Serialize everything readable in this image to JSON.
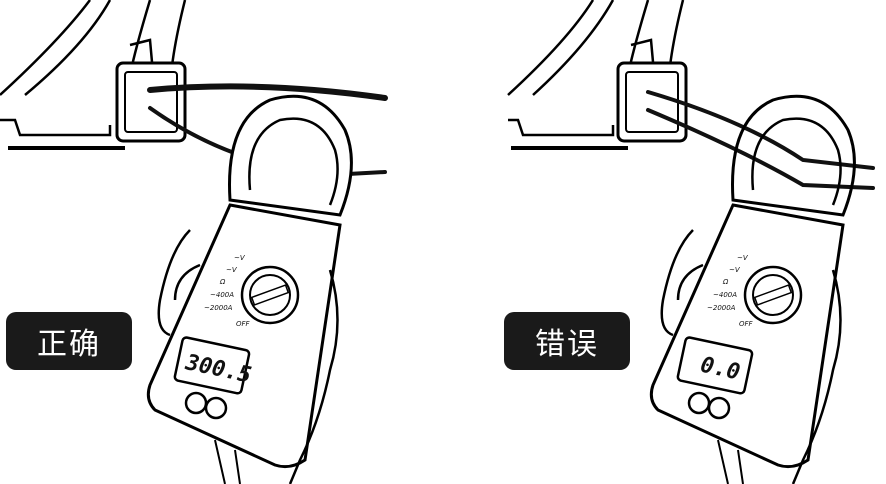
{
  "panels": [
    {
      "verdict_label": "正确",
      "meter": {
        "display_value": "300.5",
        "dial_labels": [
          "~V",
          "~V",
          "Ω",
          "~400A",
          "~2000A",
          "OFF"
        ]
      },
      "wires_in_jaw": 1
    },
    {
      "verdict_label": "错误",
      "meter": {
        "display_value": "0.0",
        "dial_labels": [
          "~V",
          "~V",
          "Ω",
          "~400A",
          "~2000A",
          "OFF"
        ]
      },
      "wires_in_jaw": 2
    }
  ]
}
